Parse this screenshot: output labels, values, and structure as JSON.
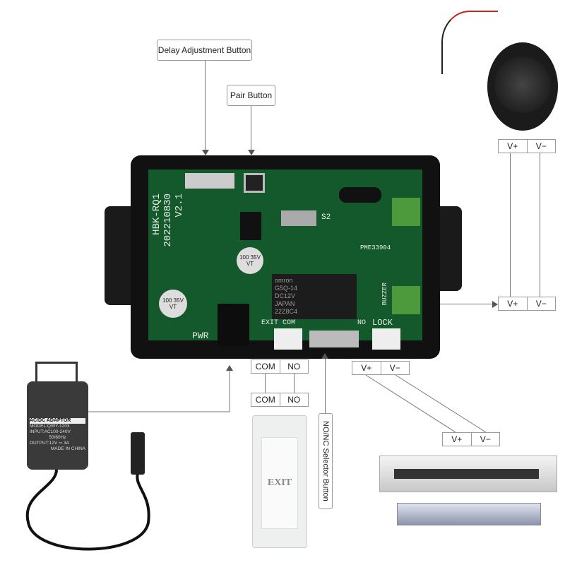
{
  "callouts": {
    "delay_adjustment": "Delay Adjustment Button",
    "pair": "Pair Button",
    "nonc_selector": "NO/NC Selector Button"
  },
  "buzzer_terminal": {
    "top": {
      "vplus": "V+",
      "vminus": "V−"
    },
    "bottom": {
      "vplus": "V+",
      "vminus": "V−"
    }
  },
  "relay_output": {
    "top": {
      "com": "COM",
      "no": "NO"
    },
    "bottom": {
      "com": "COM",
      "no": "NO"
    }
  },
  "lock_terminal": {
    "top": {
      "vplus": "V+",
      "vminus": "V−"
    },
    "bottom": {
      "vplus": "V+",
      "vminus": "V−"
    }
  },
  "board": {
    "model": "HBK-RQ1",
    "date": "202210830",
    "version": "V2.1",
    "pwr": "PWR",
    "exit": "EXIT",
    "com": "COM",
    "no": "NO",
    "lock": "LOCK",
    "buzzer": "BUZZER",
    "s2": "S2",
    "relay_brand": "omron",
    "relay_model": "G5Q-14",
    "relay_voltage": "DC12V",
    "relay_origin": "JAPAN",
    "relay_code": "22Z8C4",
    "cap_c3": "100 35V VT",
    "cap_c2": "100 35V VT",
    "transistor": "PME33904"
  },
  "adapter": {
    "title": "AC/DC ADAPTOR",
    "model": "MODEL:QWY-1203",
    "input": "INPUT:AC100-240V",
    "freq": "50/60Hz",
    "output": "OUTPUT:12V ⎓ 3A",
    "origin": "MADE IN CHINA"
  },
  "exit_button": {
    "label": "EXIT"
  }
}
